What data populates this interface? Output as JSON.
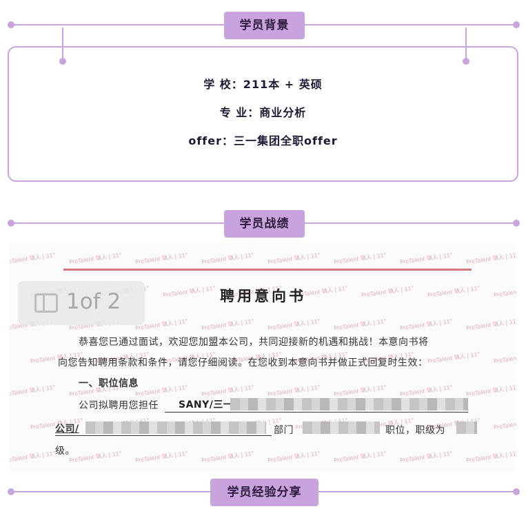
{
  "sections": {
    "background": {
      "title": "学员背景"
    },
    "results": {
      "title": "学员战绩"
    },
    "sharing": {
      "title": "学员经验分享"
    }
  },
  "background_info": {
    "school": "学 校：211本 + 英硕",
    "major": "专 业：商业分析",
    "offer": "offer：三一集团全职offer"
  },
  "offer_letter": {
    "page_indicator": "1of 2",
    "title": "聘用意向书",
    "para1_line1": "恭喜您已通过面试，欢迎您加盟本公司，共同迎接新的机遇和挑战！本意向书将",
    "para1_line2": "向您告知聘用条款和条件，请您仔细阅读。在您收到本意向书并做正式回复时生效：",
    "section_heading": "一、职位信息",
    "position_prefix": "公司拟聘用您担任",
    "company_visible": "SANY/三一",
    "company_label": "公司/",
    "department_label": "部门",
    "position_label": "职位，职级为",
    "grade_suffix": "级。",
    "watermark": "ProTalent 猿人 | 11°"
  },
  "colors": {
    "accent": "#c9a3de",
    "text_dark": "#1f1633",
    "letter_rule": "#d9797f"
  }
}
